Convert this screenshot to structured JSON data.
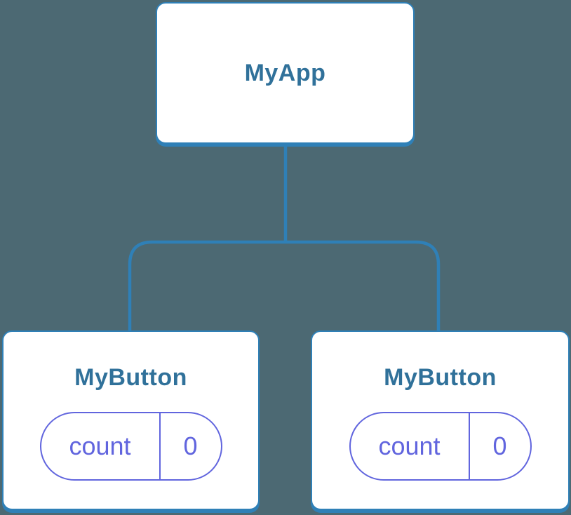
{
  "colors": {
    "background": "#4C6973",
    "line_blue": "#2F80B7",
    "title_blue": "#30719A",
    "state_purple": "#6165DE",
    "card_bg": "#FFFFFF"
  },
  "tree": {
    "root": {
      "label": "MyApp"
    },
    "children": [
      {
        "label": "MyButton",
        "state": {
          "key": "count",
          "value": "0"
        }
      },
      {
        "label": "MyButton",
        "state": {
          "key": "count",
          "value": "0"
        }
      }
    ]
  }
}
